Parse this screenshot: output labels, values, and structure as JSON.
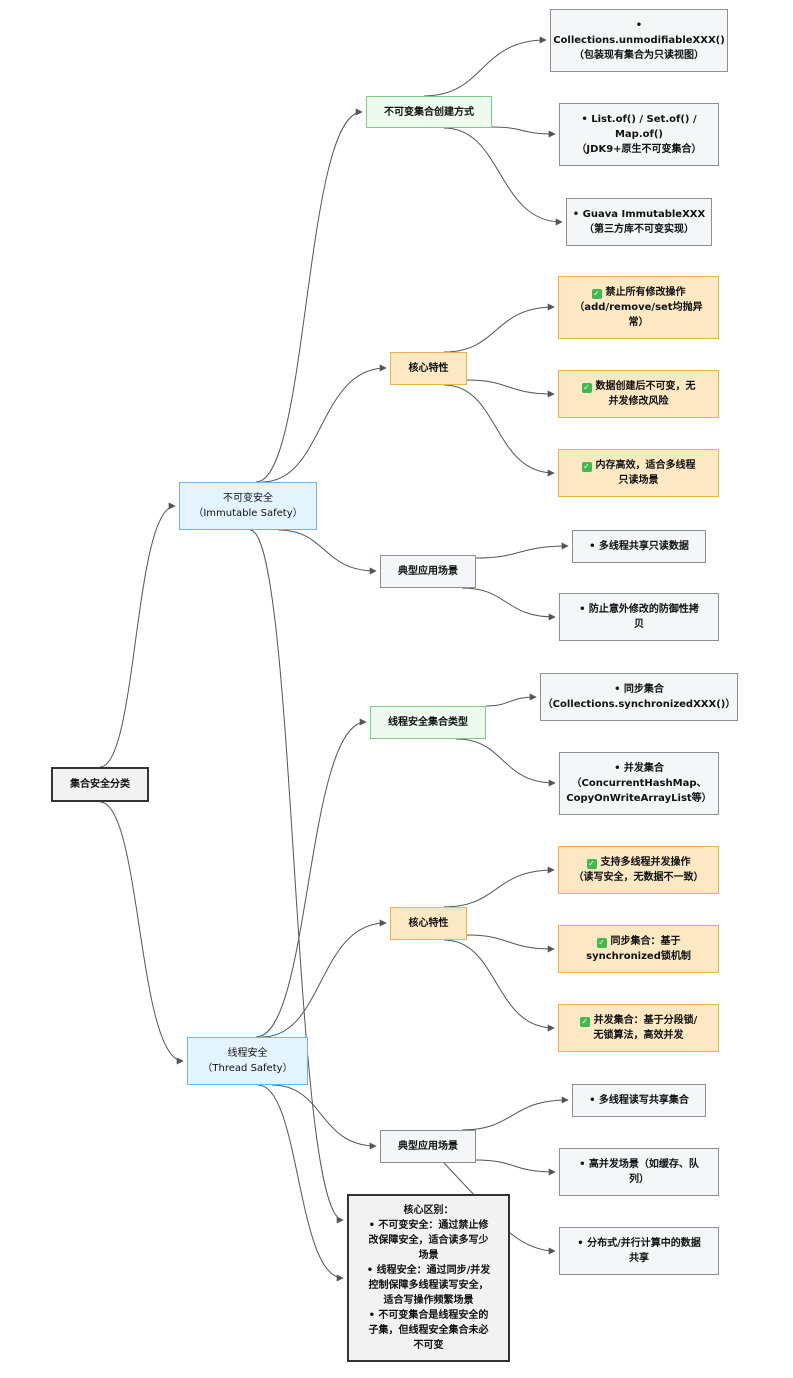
{
  "diagram": {
    "root": {
      "label": "集合安全分类"
    },
    "immutable": {
      "title": [
        "不可变安全",
        "（Immutable Safety）"
      ],
      "creation": {
        "label": "不可变集合创建方式",
        "items": [
          [
            "•",
            "Collections.unmodifiableXXX()",
            "（包装现有集合为只读视图）"
          ],
          [
            "• List.of() / Set.of() /",
            "Map.of()",
            "（JDK9+原生不可变集合）"
          ],
          [
            "• Guava ImmutableXXX",
            "（第三方库不可变实现）"
          ]
        ]
      },
      "features": {
        "label": "核心特性",
        "items": [
          [
            "禁止所有修改操作",
            "（add/remove/set均抛异",
            "常）"
          ],
          [
            "数据创建后不可变，无",
            "并发修改风险"
          ],
          [
            "内存高效，适合多线程",
            "只读场景"
          ]
        ]
      },
      "scenarios": {
        "label": "典型应用场景",
        "items": [
          [
            "• 多线程共享只读数据"
          ],
          [
            "• 防止意外修改的防御性拷",
            "贝"
          ]
        ]
      }
    },
    "thread": {
      "title": [
        "线程安全",
        "（Thread Safety）"
      ],
      "types": {
        "label": "线程安全集合类型",
        "items": [
          [
            "• 同步集合",
            "（Collections.synchronizedXXX()）"
          ],
          [
            "• 并发集合",
            "（ConcurrentHashMap、",
            "CopyOnWriteArrayList等）"
          ]
        ]
      },
      "features": {
        "label": "核心特性",
        "items": [
          [
            "支持多线程并发操作",
            "（读写安全，无数据不一致）"
          ],
          [
            "同步集合：基于",
            "synchronized锁机制"
          ],
          [
            "并发集合：基于分段锁/",
            "无锁算法，高效并发"
          ]
        ]
      },
      "scenarios": {
        "label": "典型应用场景",
        "items": [
          [
            "• 多线程读写共享集合"
          ],
          [
            "• 高并发场景（如缓存、队",
            "列）"
          ],
          [
            "• 分布式/并行计算中的数据",
            "共享"
          ]
        ]
      }
    },
    "note": {
      "lines": [
        "核心区别：",
        "• 不可变安全：通过禁止修",
        "改保障安全，适合读多写少",
        "场景",
        "• 线程安全：通过同步/并发",
        "控制保障多线程读写安全，",
        "适合写操作频繁场景",
        "• 不可变集合是线程安全的",
        "子集，但线程安全集合未必",
        "不可变"
      ]
    },
    "colors": {
      "edge": "#555555",
      "category": "#e3f4fe",
      "group": "#edfbef",
      "feature": "#fde8c4",
      "leaf": "#f5f6f8"
    }
  }
}
